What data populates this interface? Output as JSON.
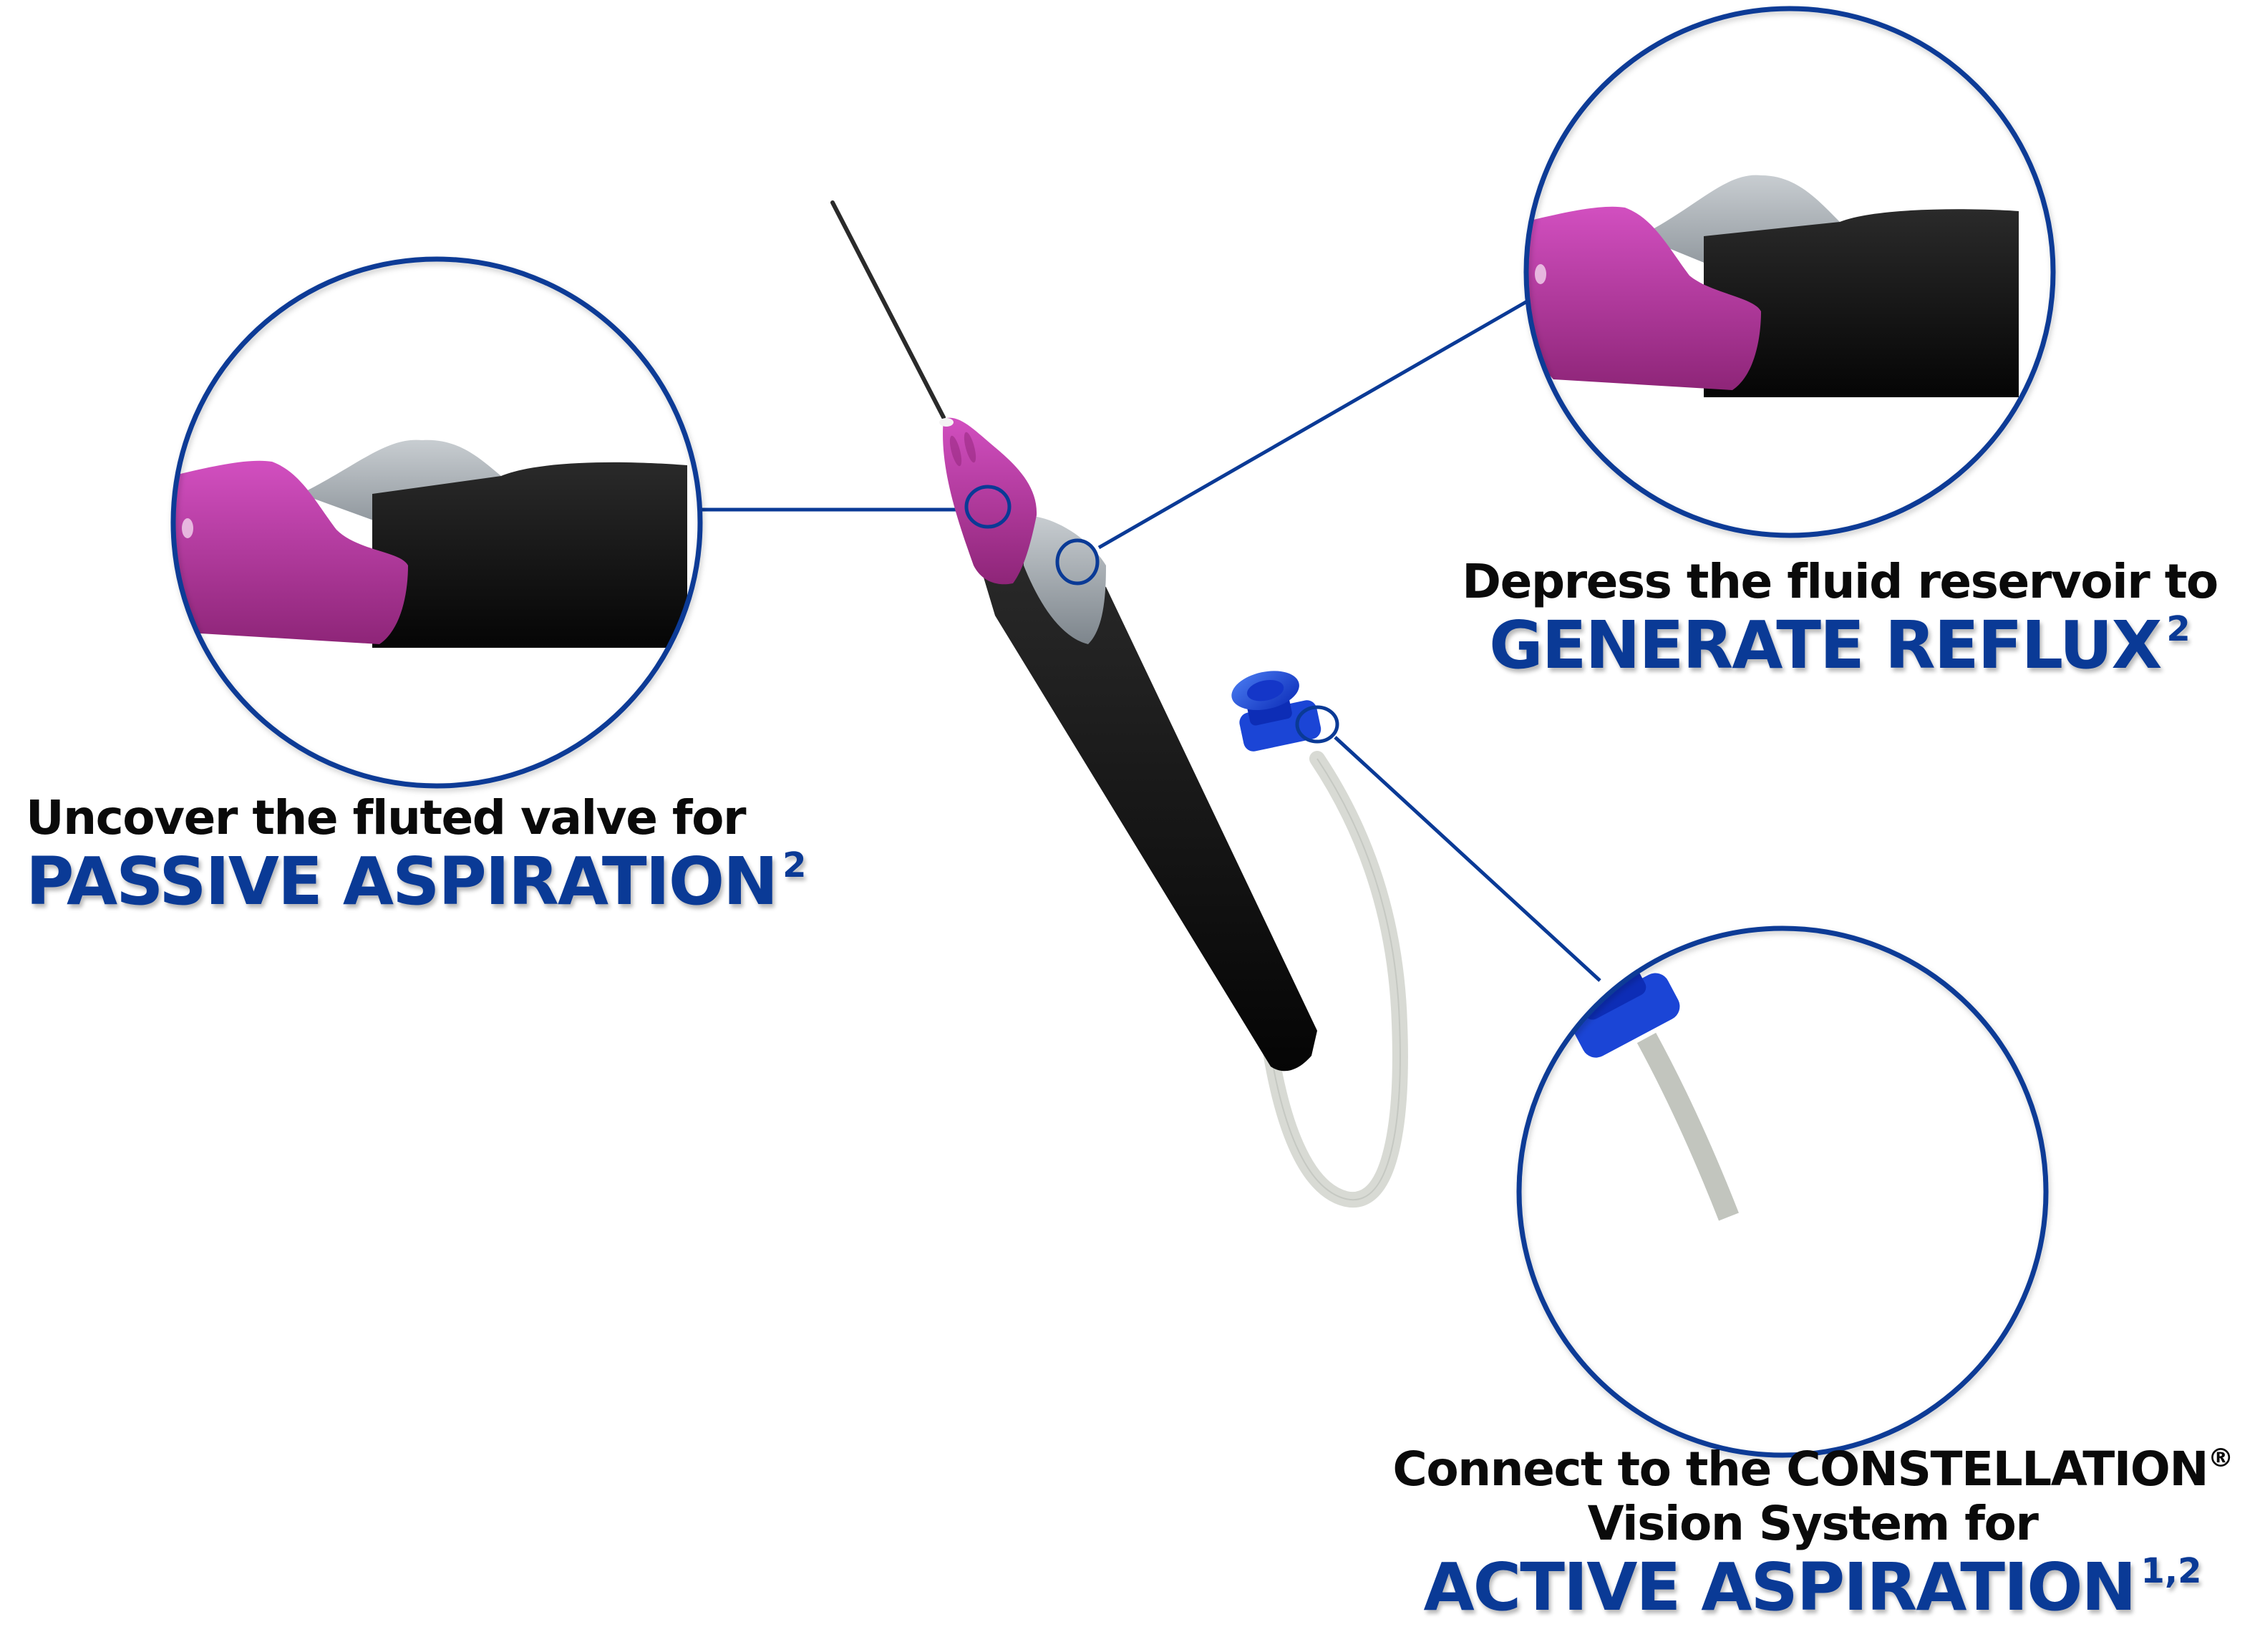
{
  "colors": {
    "accent_blue": "#0a3a96",
    "hub_pink": "#c23fae",
    "handle_black": "#111111",
    "reservoir_gray": "#a9b0b6",
    "connector_blue": "#1f4fe0",
    "tube_gray": "#c9ccc6",
    "text_black": "#0a0a0a"
  },
  "callouts": {
    "passive": {
      "lead": "Uncover the fluted valve for",
      "headline": "PASSIVE ASPIRATION",
      "footnote": "2",
      "detail": "fluted-valve-closeup"
    },
    "reflux": {
      "lead": "Depress the fluid reservoir to",
      "headline": "GENERATE REFLUX",
      "footnote": "2",
      "detail": "fluid-reservoir-closeup"
    },
    "active": {
      "lead_line1": "Connect to the CONSTELLATION",
      "registered": "®",
      "lead_line2": "Vision System for",
      "headline": "ACTIVE ASPIRATION",
      "footnote": "1,2",
      "detail": "luer-connector-closeup"
    }
  },
  "device": {
    "parts": [
      "needle",
      "pink-hub",
      "fluid-reservoir",
      "black-handle",
      "tubing",
      "blue-connector"
    ]
  }
}
